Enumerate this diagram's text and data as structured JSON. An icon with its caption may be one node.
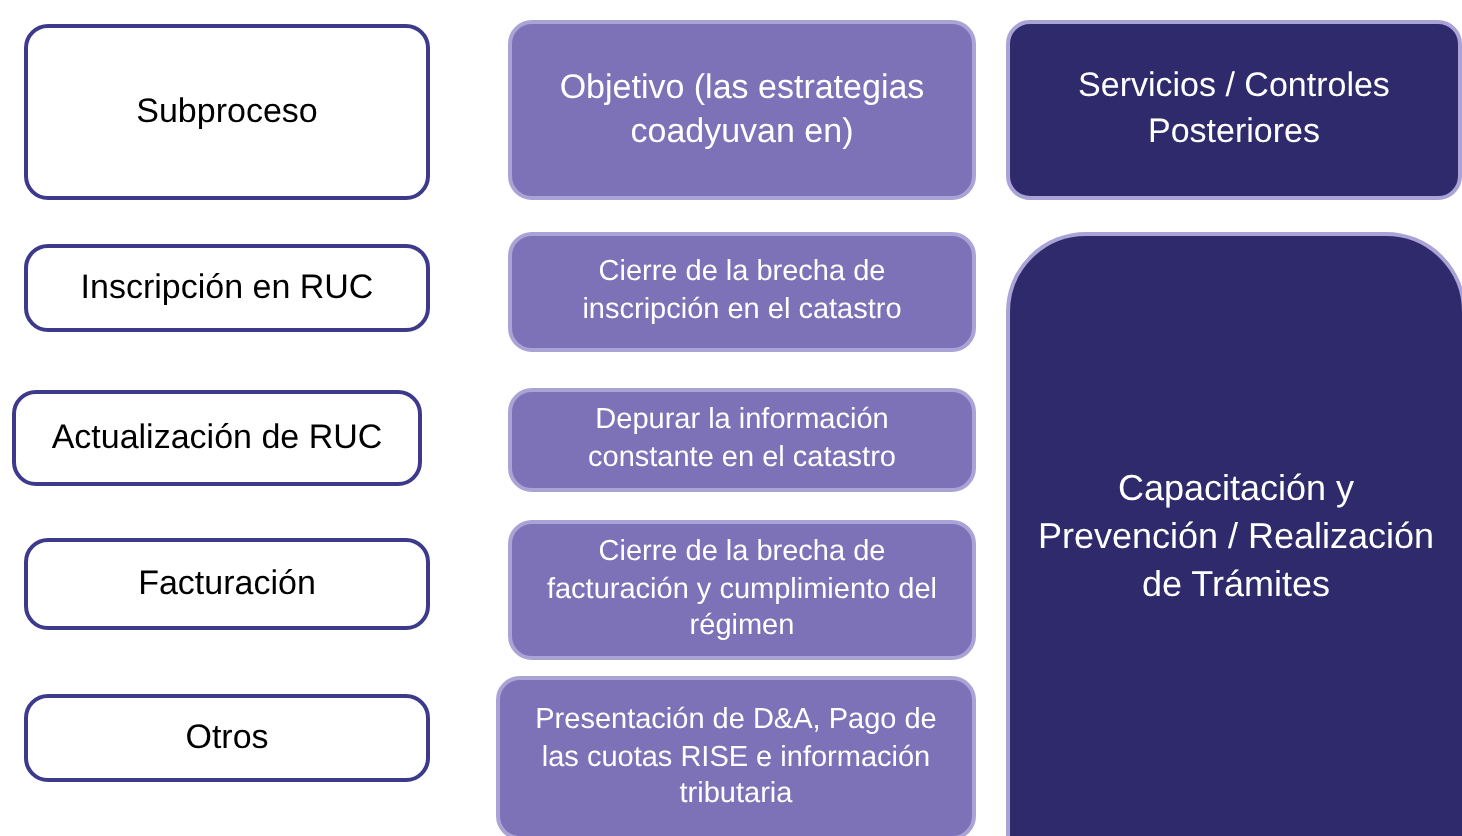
{
  "diagram": {
    "nodes": [
      {
        "text": [
          "Subproceso"
        ]
      },
      {
        "text": [
          "Objetivo (las estrategias coadyuvan en)"
        ]
      },
      {
        "text": [
          "Servicios / Controles Posteriores"
        ]
      },
      {
        "text": [
          "Inscripción en RUC"
        ]
      },
      {
        "text": [
          "Cierre de la brecha de inscripción en el catastro"
        ]
      },
      {
        "text": [
          "Capacitación y Prevención / Realización de Trámites"
        ]
      },
      {
        "text": [
          "Actualización de RUC"
        ]
      },
      {
        "text": [
          "Depurar la información constante en el catastro"
        ]
      },
      {
        "text": [
          "Facturación"
        ]
      },
      {
        "text": [
          "Cierre de la brecha de facturación y cumplimiento del régimen"
        ]
      },
      {
        "text": [
          "Otros"
        ]
      },
      {
        "text": [
          "Presentación de D&A, Pago de las cuotas RISE e información tributaria"
        ]
      }
    ]
  }
}
